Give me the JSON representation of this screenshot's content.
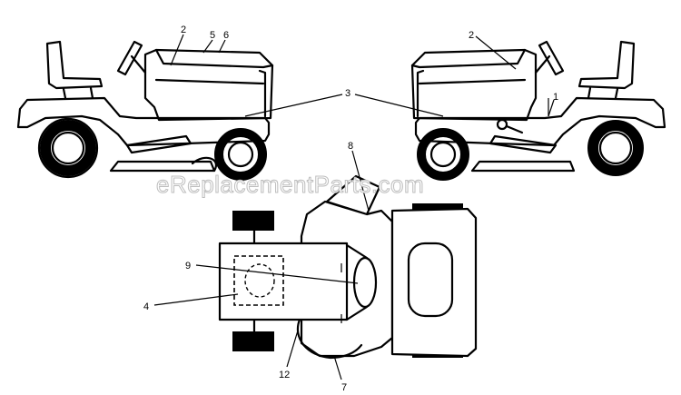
{
  "watermark": "eReplacementParts.com",
  "callouts": {
    "c1": "1",
    "c2_left": "2",
    "c2_right": "2",
    "c3": "3",
    "c4": "4",
    "c5": "5",
    "c6": "6",
    "c7": "7",
    "c8": "8",
    "c9": "9",
    "c12": "12"
  }
}
